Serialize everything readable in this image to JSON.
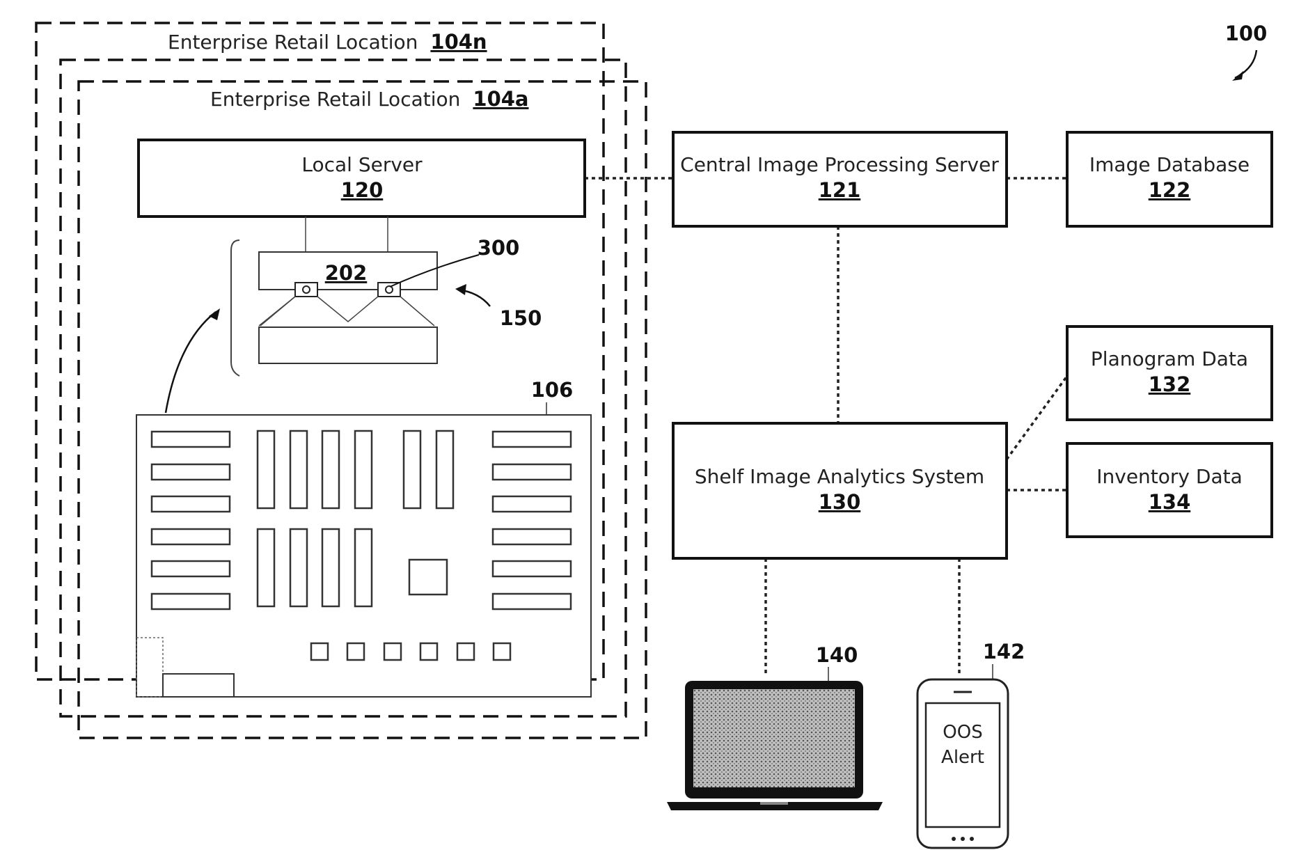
{
  "figure_number": "100",
  "locations": {
    "back": {
      "label": "Enterprise Retail Location",
      "ref": "104n"
    },
    "front": {
      "label": "Enterprise Retail Location",
      "ref": "104a"
    }
  },
  "nodes": {
    "local_server": {
      "label": "Local Server",
      "ref": "120"
    },
    "central_server": {
      "label": "Central Image Processing Server",
      "ref": "121"
    },
    "image_db": {
      "label": "Image Database",
      "ref": "122"
    },
    "planogram": {
      "label": "Planogram Data",
      "ref": "132"
    },
    "inventory": {
      "label": "Inventory Data",
      "ref": "134"
    },
    "analytics": {
      "label": "Shelf Image Analytics System",
      "ref": "130"
    }
  },
  "callouts": {
    "shelf_unit": "202",
    "camera": "300",
    "camera_system": "150",
    "store_layout": "106",
    "laptop": "140",
    "phone": "142"
  },
  "phone_alert": {
    "line1": "OOS",
    "line2": "Alert"
  }
}
